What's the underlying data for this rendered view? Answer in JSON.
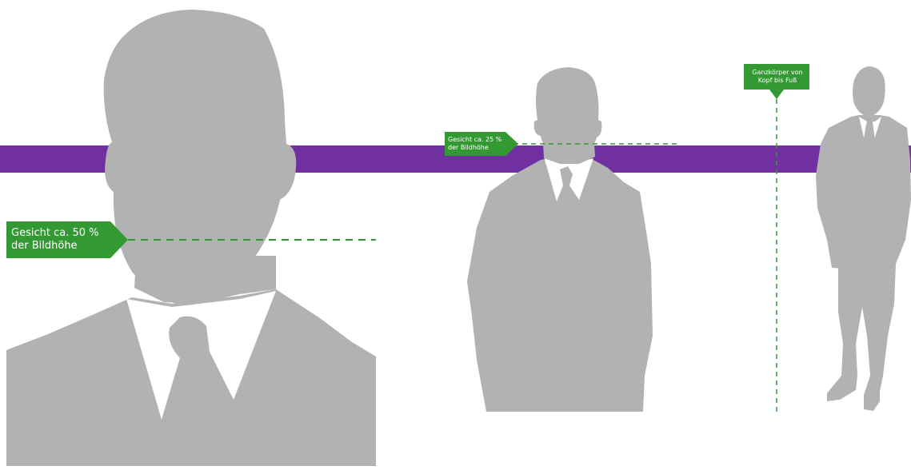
{
  "colors": {
    "band": "#7030a0",
    "silhouette": "#b2b2b2",
    "shirt": "#ffffff",
    "label_bg": "#339933",
    "guide_line": "#339933"
  },
  "labels": {
    "face_50": {
      "line1": "Gesicht ca. 50 %",
      "line2": "der Bildhöhe"
    },
    "face_25": {
      "line1": "Gesicht ca. 25 %",
      "line2": "der Bildhöhe"
    },
    "full_body": {
      "line1": "Ganzkörper von",
      "line2": "Kopf bis Fuß"
    }
  }
}
